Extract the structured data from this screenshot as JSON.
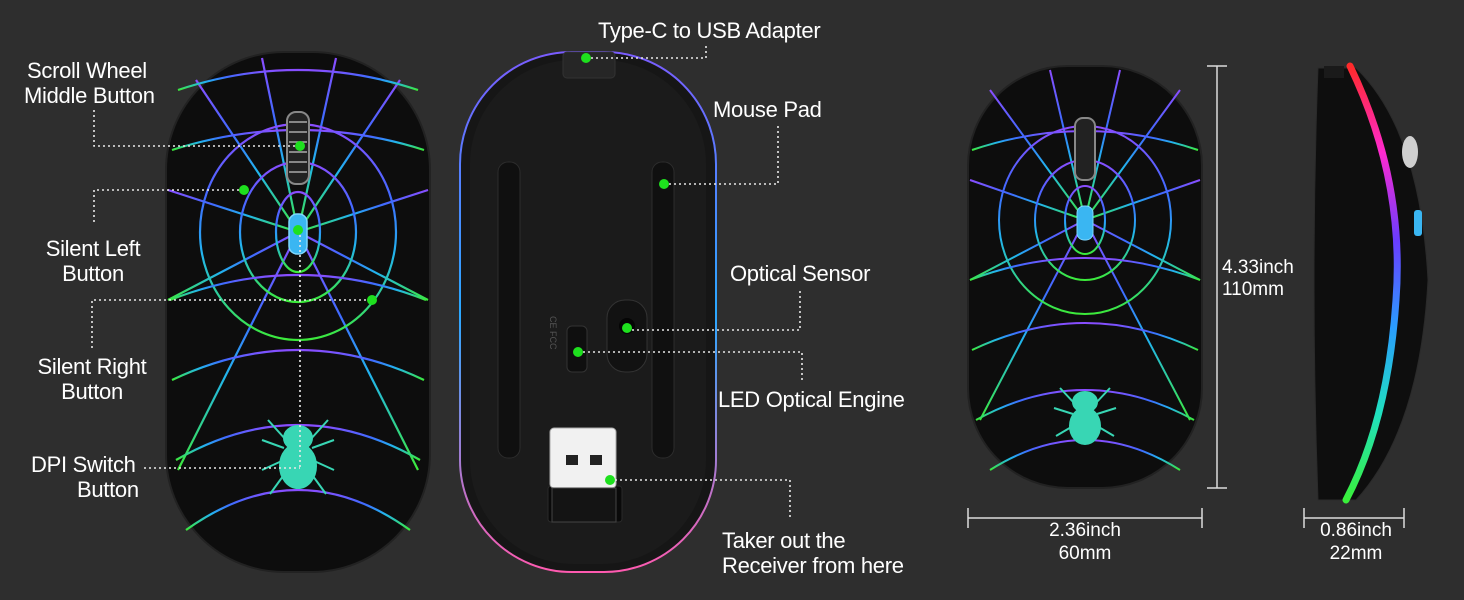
{
  "callouts": {
    "scroll_wheel": [
      "Scroll Wheel",
      "Middle Button"
    ],
    "silent_left": [
      "Silent Left",
      "Button"
    ],
    "silent_right": [
      "Silent Right",
      "Button"
    ],
    "dpi_switch": [
      "DPI Switch",
      "Button"
    ],
    "type_c": "Type-C to USB Adapter",
    "mouse_pad": "Mouse Pad",
    "optical_sensor": "Optical Sensor",
    "led_engine": "LED Optical Engine",
    "receiver": [
      "Taker out the",
      "Receiver from here"
    ]
  },
  "dimensions": {
    "length": [
      "4.33inch",
      "110mm"
    ],
    "width": [
      "2.36inch",
      "60mm"
    ],
    "height": [
      "0.86inch",
      "22mm"
    ]
  },
  "colors": {
    "background": "#2e2e2e",
    "callout_dot": "#1ee01e",
    "web_top": "#7a4cff",
    "web_mid": "#2aa8ff",
    "web_bottom": "#37e83a"
  }
}
